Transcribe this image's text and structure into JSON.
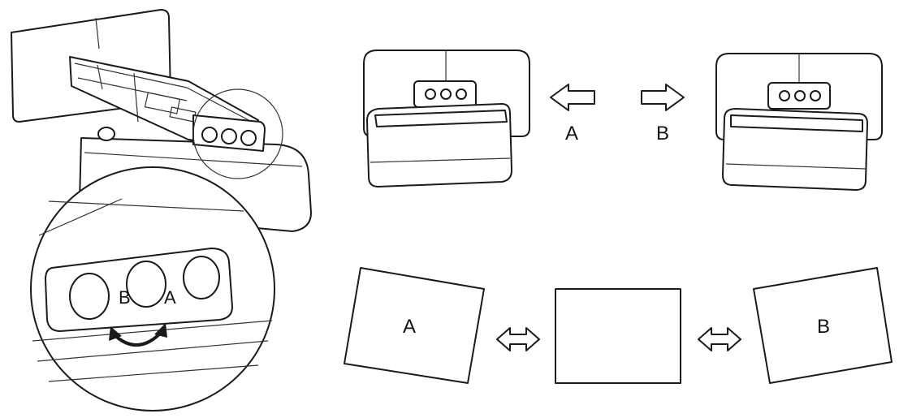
{
  "labels": {
    "knob_b": "B",
    "knob_a": "A",
    "arrow_a": "A",
    "arrow_b": "B",
    "screen_a": "A",
    "screen_b": "B"
  }
}
